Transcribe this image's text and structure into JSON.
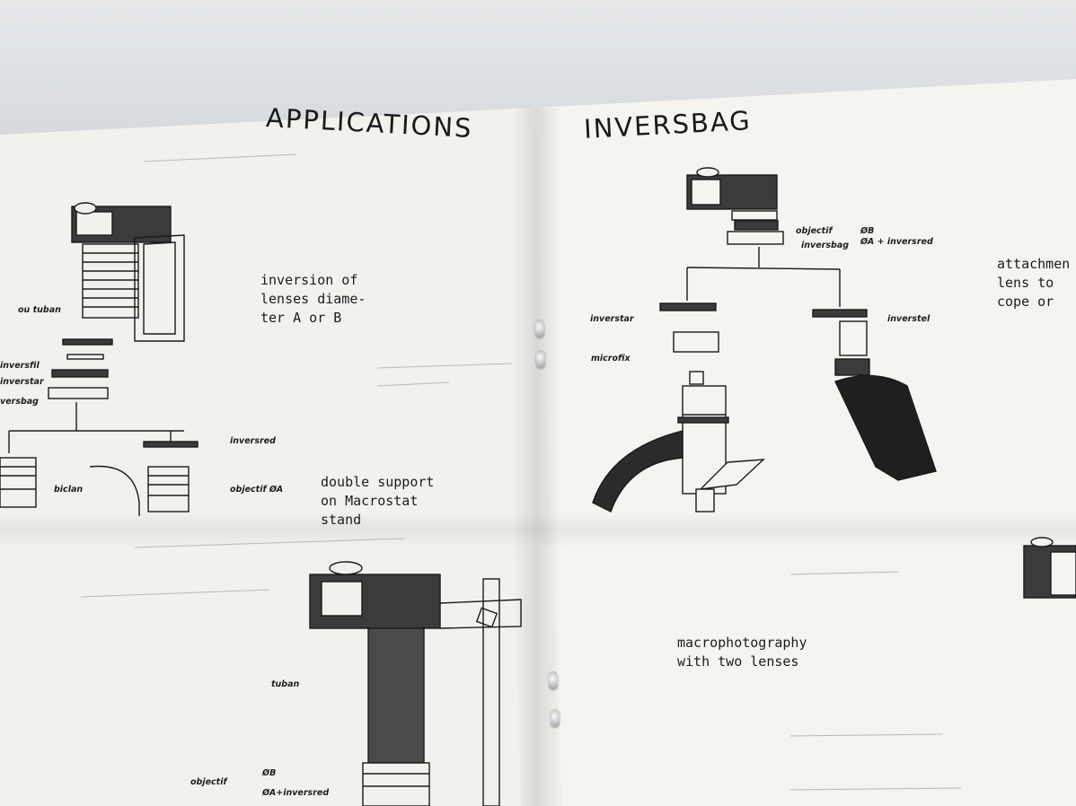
{
  "left_page": {
    "heading": "APPLICATIONS",
    "caption_inversion": "inversion of\nlenses diame-\nter A or B",
    "caption_double_support": "double support\non Macrostat\nstand",
    "labels": {
      "ou_tuban": "ou tuban",
      "inversfil": "inversfil",
      "inverstar": "inverstar",
      "inversbag": "versbag",
      "inversred": "inversred",
      "biclan": "biclan",
      "objectif_a": "objectif ØA",
      "tuban": "tuban",
      "objectif": "objectif",
      "ob": "ØB",
      "oa_inversred": "ØA+inversred"
    }
  },
  "right_page": {
    "heading": "INVERSBAG",
    "caption_macro": "macrophotography\nwith two lenses",
    "caption_attachment": "attachmen\nlens to\ncope or",
    "labels": {
      "objectif": "objectif",
      "inversbag": "inversbag",
      "ob": "ØB",
      "oa_inversred": "ØA + inversred",
      "inverstar": "inverstar",
      "microfix": "microfix",
      "inverstel": "inverstel"
    }
  },
  "colors": {
    "paper": "#f3f2ef",
    "ink": "#1a1a1a",
    "background": "#d9dcdf"
  }
}
